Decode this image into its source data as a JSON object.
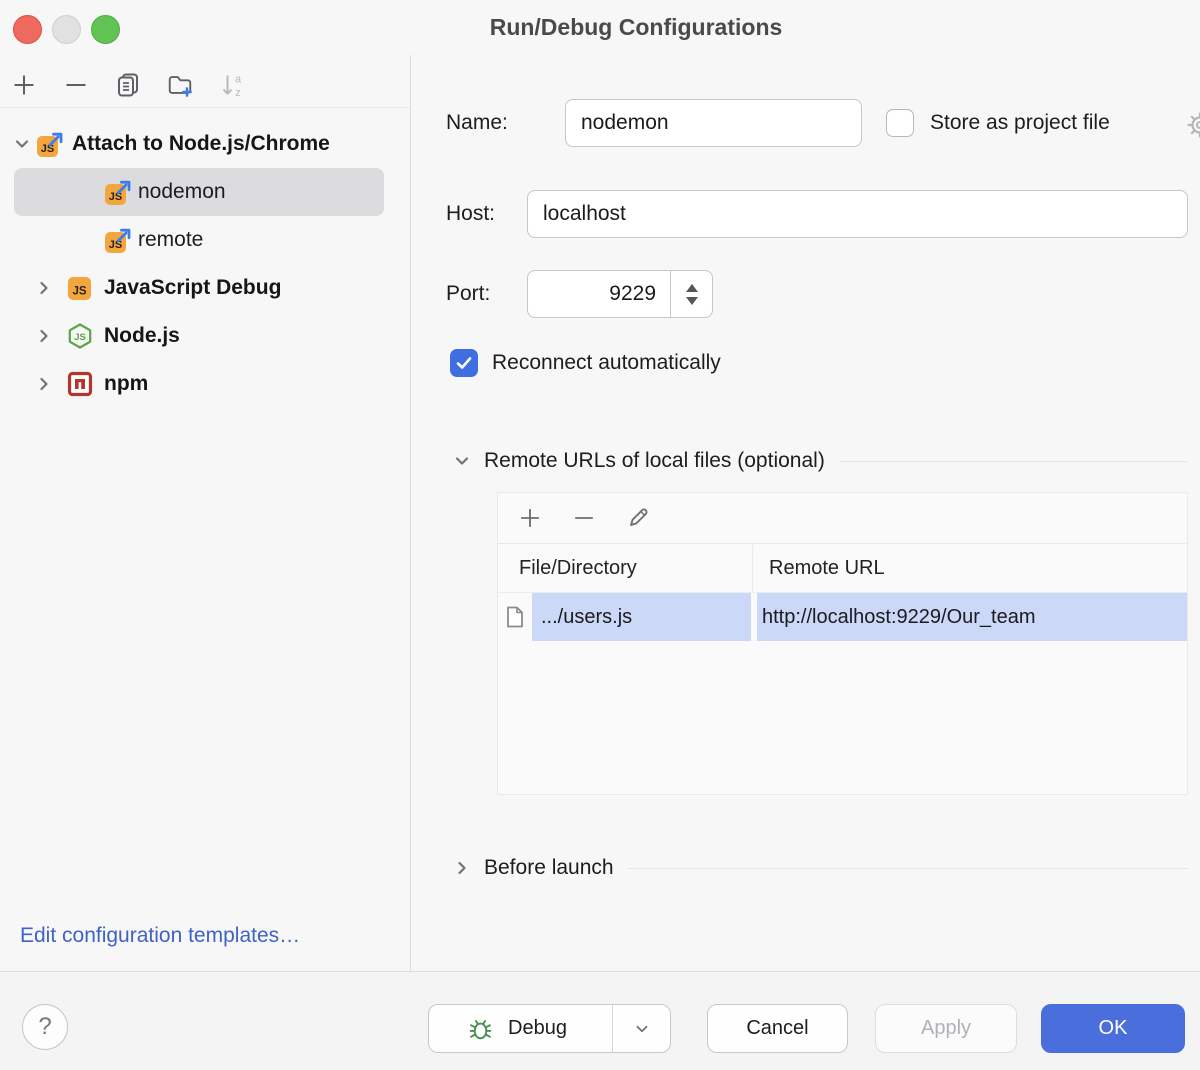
{
  "window": {
    "title": "Run/Debug Configurations"
  },
  "sidebar": {
    "toolbar_icons": [
      "add-icon",
      "remove-icon",
      "copy-icon",
      "new-folder-icon",
      "sort-alphabetically-icon"
    ],
    "tree": [
      {
        "label": "Attach to Node.js/Chrome",
        "icon": "js-attach-icon",
        "type": "group",
        "expanded": true
      },
      {
        "label": "nodemon",
        "icon": "js-attach-icon",
        "selected": true
      },
      {
        "label": "remote",
        "icon": "js-attach-icon",
        "selected": false
      },
      {
        "label": "JavaScript Debug",
        "icon": "javascript-icon",
        "type": "group",
        "expanded": false
      },
      {
        "label": "Node.js",
        "icon": "nodejs-icon",
        "type": "group",
        "expanded": false
      },
      {
        "label": "npm",
        "icon": "npm-icon",
        "type": "group",
        "expanded": false
      }
    ],
    "edit_templates_link": "Edit configuration templates…"
  },
  "form": {
    "name_label": "Name:",
    "name_value": "nodemon",
    "store_label": "Store as project file",
    "store_checked": false,
    "host_label": "Host:",
    "host_value": "localhost",
    "port_label": "Port:",
    "port_value": "9229",
    "reconnect_label": "Reconnect automatically",
    "reconnect_checked": true,
    "remote_urls_section": "Remote URLs of local files (optional)",
    "before_launch_section": "Before launch"
  },
  "table": {
    "toolbar_icons": [
      "add-icon",
      "remove-icon",
      "edit-icon"
    ],
    "columns": {
      "file": "File/Directory",
      "url": "Remote URL"
    },
    "rows": [
      {
        "file": ".../users.js",
        "url": "http://localhost:9229/Our_team"
      }
    ]
  },
  "footer": {
    "help_label": "?",
    "debug_label": "Debug",
    "cancel_label": "Cancel",
    "apply_label": "Apply",
    "ok_label": "OK"
  },
  "colors": {
    "accent_blue": "#4a6edb",
    "checkbox_blue": "#3f6ee0",
    "link_blue": "#3e63c5",
    "table_selection": "#ccd8f8",
    "tree_selection": "#dcdcde",
    "js_icon_amber": "#f2a63d",
    "nodejs_green": "#57a544",
    "npm_red": "#b3362e",
    "debug_bug_green": "#4d8f4f",
    "traffic_red": "#ee6a5f",
    "traffic_gray": "#e1e1e1",
    "traffic_green": "#62c254"
  }
}
